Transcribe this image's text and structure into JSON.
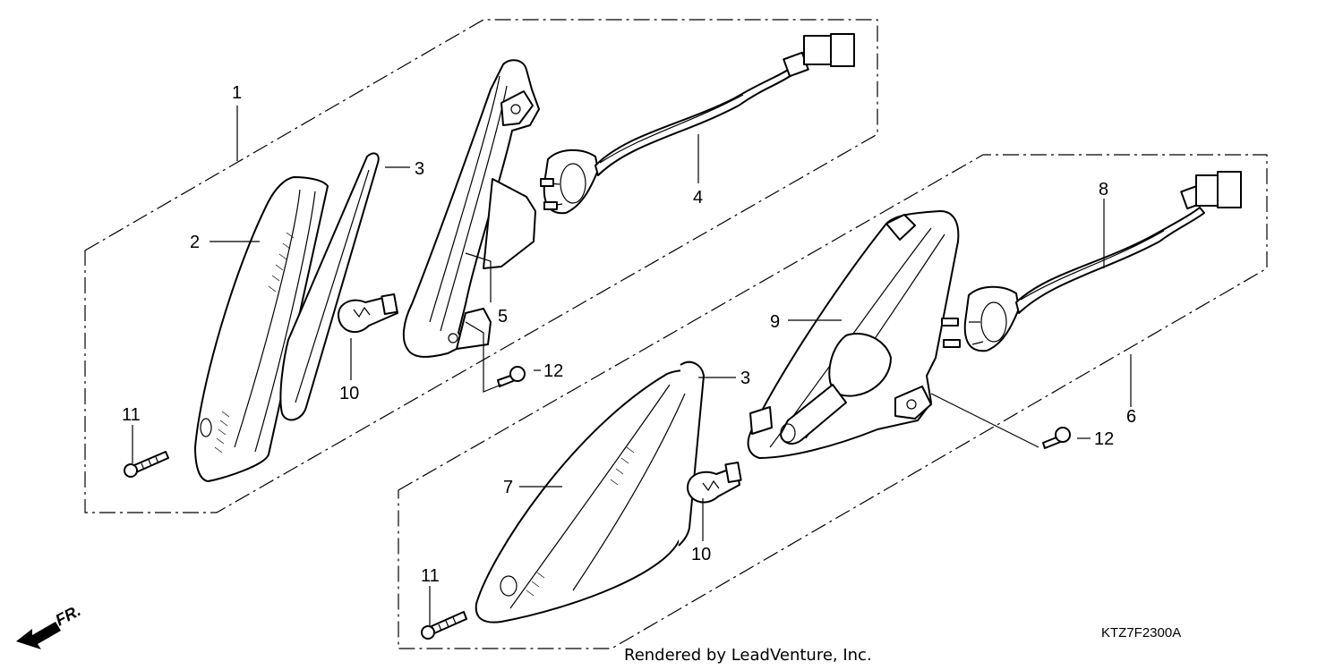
{
  "diagram": {
    "callouts": {
      "c1": "1",
      "c2": "2",
      "c3a": "3",
      "c4": "4",
      "c5": "5",
      "c6": "6",
      "c7": "7",
      "c8": "8",
      "c9": "9",
      "c10a": "10",
      "c10b": "10",
      "c11a": "11",
      "c11b": "11",
      "c12a": "12",
      "c12b": "12",
      "c3b": "3"
    },
    "front_indicator": "FR.",
    "diagram_code": "KTZ7F2300A",
    "credit": "Rendered by LeadVenture, Inc."
  }
}
